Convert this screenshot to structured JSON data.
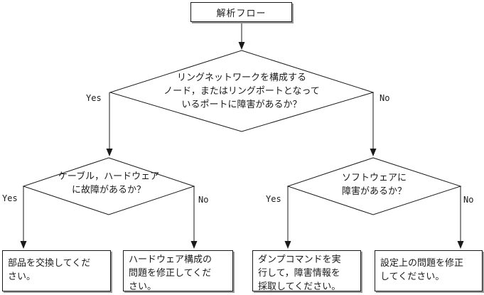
{
  "colors": {
    "line": "#1a1a1a",
    "shadow": "#999999",
    "background": "#ffffff",
    "node_fill": "#ffffff"
  },
  "flowchart": {
    "start": {
      "label": "解析フロー"
    },
    "decisions": [
      {
        "lines": [
          "リングネットワークを構成する",
          "ノード，またはリングポートとなって",
          "いるポートに障害があるか？"
        ],
        "yes": "Yes",
        "no": "No"
      },
      {
        "lines": [
          "ケーブル，ハードウェア",
          "に故障があるか？"
        ],
        "yes": "Yes",
        "no": "No"
      },
      {
        "lines": [
          "ソフトウェアに",
          "障害があるか？"
        ],
        "yes": "Yes",
        "no": "No"
      }
    ],
    "actions": [
      {
        "lines": [
          "部品を交換してくだ",
          "さい。"
        ]
      },
      {
        "lines": [
          "ハードウェア構成の",
          "問題を修正してくだ",
          "さい。"
        ]
      },
      {
        "lines": [
          "ダンプコマンドを実",
          "行して，障害情報を",
          "採取してください。"
        ]
      },
      {
        "lines": [
          "設定上の問題を修正",
          "してください。"
        ]
      }
    ]
  }
}
